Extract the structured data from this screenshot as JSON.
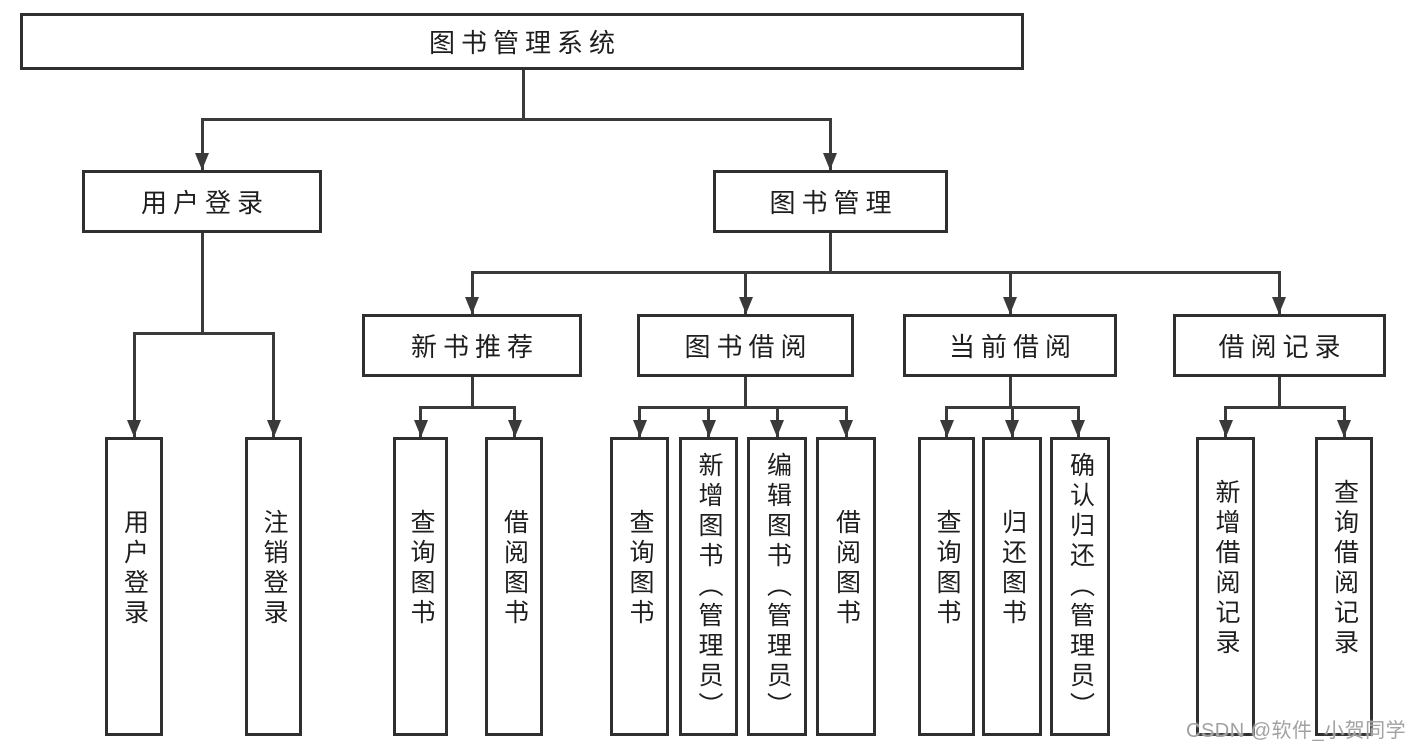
{
  "colors": {
    "line": "#3a3a3a",
    "border": "#2f2f2f",
    "text": "#1e1e1e",
    "watermark_text": "#a2a2a2",
    "background": "#ffffff"
  },
  "tree": {
    "label": "图书管理系统",
    "children": [
      {
        "label": "用户登录",
        "children": [
          {
            "label": "用户登录"
          },
          {
            "label": "注销登录"
          }
        ]
      },
      {
        "label": "图书管理",
        "children": [
          {
            "label": "新书推荐",
            "children": [
              {
                "label": "查询图书"
              },
              {
                "label": "借阅图书"
              }
            ]
          },
          {
            "label": "图书借阅",
            "children": [
              {
                "label": "查询图书"
              },
              {
                "label": "新增图书（管理员）"
              },
              {
                "label": "编辑图书（管理员）"
              },
              {
                "label": "借阅图书"
              }
            ]
          },
          {
            "label": "当前借阅",
            "children": [
              {
                "label": "查询图书"
              },
              {
                "label": "归还图书"
              },
              {
                "label": "确认归还（管理员）"
              }
            ]
          },
          {
            "label": "借阅记录",
            "children": [
              {
                "label": "新增借阅记录"
              },
              {
                "label": "查询借阅记录"
              }
            ]
          }
        ]
      }
    ]
  },
  "watermark": {
    "text": "CSDN @软件_小贺同学"
  }
}
